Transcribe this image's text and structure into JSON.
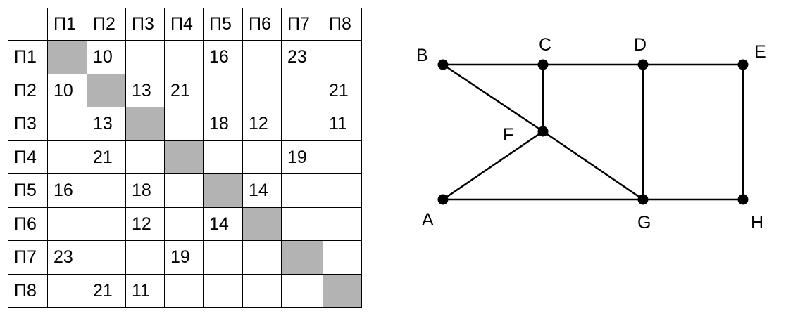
{
  "table": {
    "headers": [
      "",
      "П1",
      "П2",
      "П3",
      "П4",
      "П5",
      "П6",
      "П7",
      "П8"
    ],
    "rows": [
      [
        "П1",
        "",
        "10",
        "",
        "",
        "16",
        "",
        "23",
        ""
      ],
      [
        "П2",
        "10",
        "",
        "13",
        "21",
        "",
        "",
        "",
        "21"
      ],
      [
        "П3",
        "",
        "13",
        "",
        "",
        "18",
        "12",
        "",
        "11"
      ],
      [
        "П4",
        "",
        "21",
        "",
        "",
        "",
        "",
        "19",
        ""
      ],
      [
        "П5",
        "16",
        "",
        "18",
        "",
        "",
        "14",
        "",
        ""
      ],
      [
        "П6",
        "",
        "",
        "12",
        "",
        "14",
        "",
        "",
        ""
      ],
      [
        "П7",
        "23",
        "",
        "",
        "19",
        "",
        "",
        "",
        ""
      ],
      [
        "П8",
        "",
        "21",
        "11",
        "",
        "",
        "",
        "",
        ""
      ]
    ]
  },
  "graph": {
    "nodes": [
      "A",
      "B",
      "C",
      "D",
      "E",
      "F",
      "G",
      "H"
    ],
    "edges": [
      [
        "B",
        "C"
      ],
      [
        "C",
        "D"
      ],
      [
        "D",
        "E"
      ],
      [
        "E",
        "H"
      ],
      [
        "B",
        "F"
      ],
      [
        "F",
        "G"
      ],
      [
        "C",
        "F"
      ],
      [
        "A",
        "F"
      ],
      [
        "D",
        "G"
      ],
      [
        "A",
        "G"
      ],
      [
        "G",
        "H"
      ]
    ]
  }
}
